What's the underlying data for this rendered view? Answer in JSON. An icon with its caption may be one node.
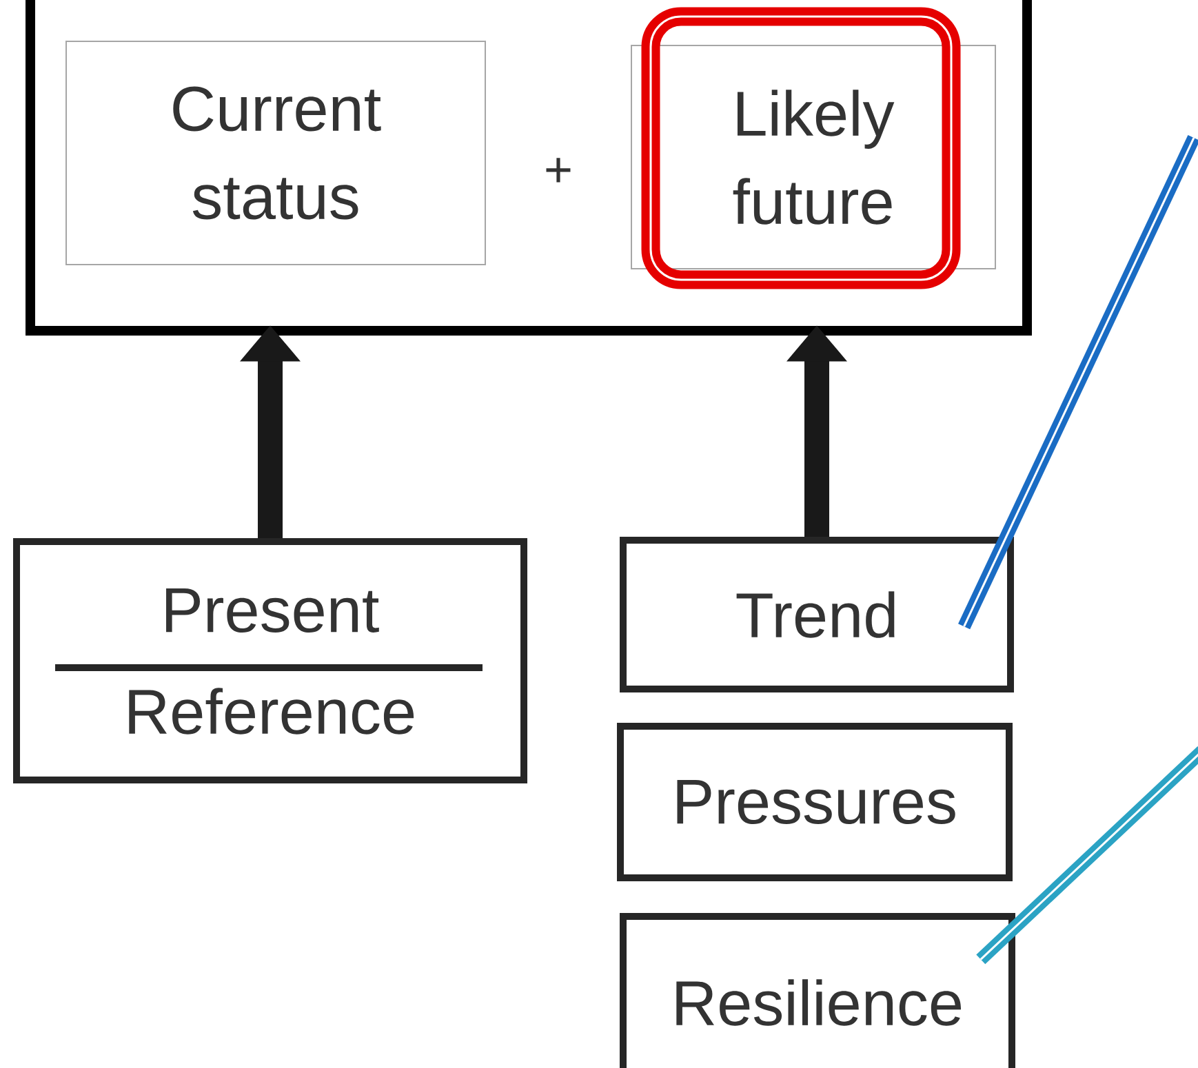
{
  "diagram": {
    "nodes": [
      {
        "text": [],
        "shape": "box"
      },
      {
        "text": [
          "Current status"
        ],
        "in": 0
      },
      {
        "text": [
          "Likely future"
        ],
        "in": 0
      },
      {
        "text": [
          "Present",
          "Reference"
        ]
      },
      {
        "text": [
          "Trend"
        ]
      },
      {
        "text": [
          "Pressures"
        ]
      },
      {
        "text": [
          "Resilience"
        ]
      }
    ],
    "edges": [
      {
        "from": 3,
        "to": 0,
        "arrow": "to",
        "style": "thick"
      },
      {
        "from": 4,
        "to": 0,
        "arrow": "to",
        "style": "thick"
      },
      {
        "from": null,
        "to": 4,
        "arrow": "none",
        "color": "#1a6cc4"
      },
      {
        "from": null,
        "to": 6,
        "arrow": "none",
        "color": "#2ba3c4"
      }
    ],
    "labels": [
      "+"
    ]
  }
}
